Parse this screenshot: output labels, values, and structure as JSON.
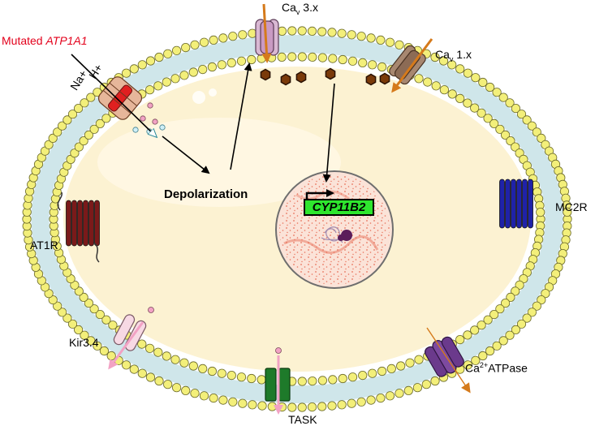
{
  "labels": {
    "mutated_prefix": "Mutated ",
    "mutated_gene": "ATP1A1",
    "na": "Na+",
    "h": "H+",
    "cav3": "Ca",
    "cav3_sub": "v",
    "cav3_suffix": " 3.x",
    "cav1": "Ca",
    "cav1_sub": "v",
    "cav1_suffix": " 1.x",
    "depolarization": "Depolarization",
    "gene": "CYP11B2",
    "mc2r": "MC2R",
    "at1r": "AT1R",
    "kir": "Kir3.4",
    "task": "TASK",
    "ca_atpase_prefix": "Ca",
    "ca_atpase_sup": "2+",
    "ca_atpase_suffix": "ATPase"
  },
  "colors": {
    "membrane_head": "#f3ef7a",
    "membrane_head_stroke": "#6b6a2a",
    "cytoplasm": "#fcf2d2",
    "nucleus_fill": "#fbe3d8",
    "nucleus_dots": "#e8715a",
    "chromatin": "#5b1d5a",
    "calcium": "#7a3a0a",
    "orange_arrow": "#d57a1b",
    "pink_arrow": "#f2a2c4",
    "red_text": "#e3001b",
    "gene_box": "#2ee62e",
    "mc2r": "#1f22a8",
    "at1r": "#7a1a1a",
    "task": "#1e7a2a",
    "atpase": "#6b3a8c"
  },
  "icons": [
    "membrane",
    "ion-channel",
    "receptor",
    "nucleus",
    "calcium-ion",
    "arrow"
  ]
}
